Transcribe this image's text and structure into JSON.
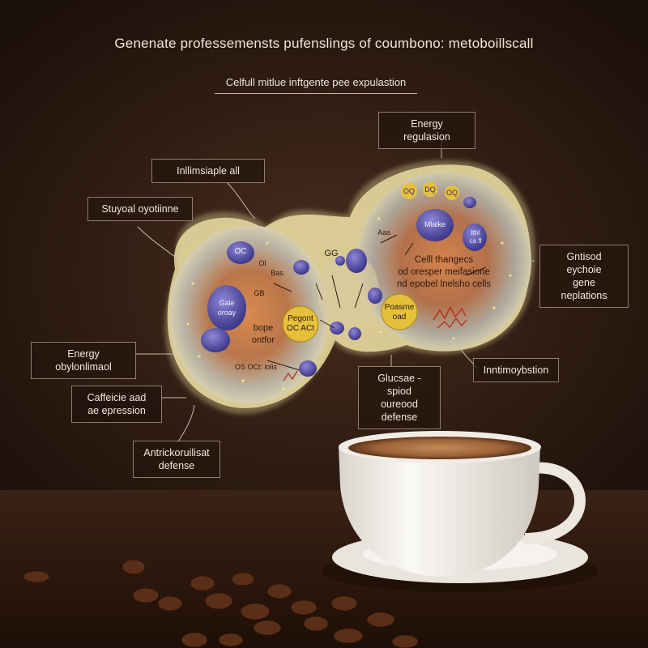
{
  "title": "Genenate professemensts pufenslings of coumbono: metoboillscall",
  "subtitle": "Celfull mitlue inftgente pee expulastion",
  "labels": {
    "energy_regulation": "Energy regulasion",
    "inflammatory": "Inllimsiaple all",
    "stuyoal_cytokine": "Stuyoal oyotiinne",
    "energy_oxylation": "Energy obylonlimaol",
    "caffeine_line1": "Caffeicie aad",
    "caffeine_line2": "ae epression",
    "antioxidant_line1": "Antrickoruilisat",
    "antioxidant_line2": "defense",
    "glucose_line1": "Glucsae - spiod",
    "glucose_line2": "oureood defense",
    "inflammation": "Inntimoybstion",
    "gene_line1": "Gntisod eychoie",
    "gene_line2": "gene neplations"
  },
  "cell_text": {
    "left_top": "OC",
    "left_small1": "Ol",
    "left_small2": "Bas",
    "left_small3": "GB",
    "left_nucleus_line1": "Gale",
    "left_nucleus_line2": "oroay",
    "left_center_line1": "bope",
    "left_center_line2": "ontfor",
    "left_yellow_line1": "Pegont",
    "left_yellow_line2": "OC ACt",
    "left_bottom": "OS OCt: lolis",
    "mid_label": "GG",
    "right_top1": "OQ",
    "right_top2": "DQ",
    "right_top3": "OQ",
    "right_nucleus": "Mlalke",
    "right_small": "Aas",
    "right_purple_line1": "Ithl",
    "right_purple_line2": "ca fl",
    "right_center_line1": "Celll thangecs",
    "right_center_line2": "od oresper meifasione",
    "right_center_line3": "nd epobel lnelsho cells",
    "right_yellow_line1": "Poasme",
    "right_yellow_line2": "oad"
  },
  "colors": {
    "background": "#2e1c12",
    "cell_membrane": "#e9dca0",
    "nucleus": "#c9783e",
    "organelle": "#5a55a8",
    "yellow_organelle": "#e7c23a",
    "cup": "#f4f1ec",
    "coffee": "#9a6238"
  },
  "icons": [
    "coffee-cup-icon",
    "saucer-icon",
    "coffee-bean-icon"
  ]
}
